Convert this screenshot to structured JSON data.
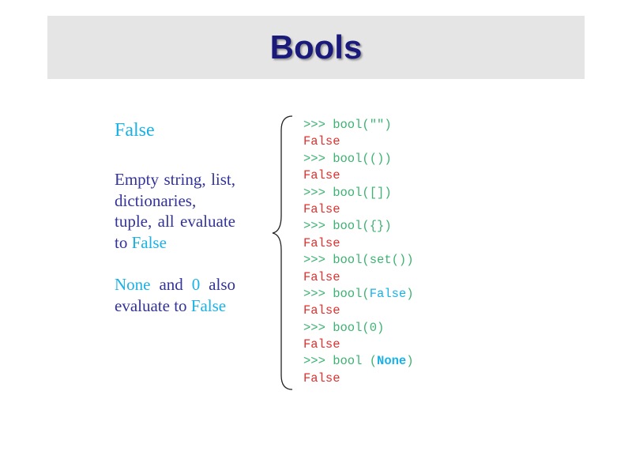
{
  "slide": {
    "title": "Bools"
  },
  "left": {
    "heading": "False",
    "para1": {
      "text": "Empty string, list, dictionaries, tuple, all evaluate to ",
      "value": "False"
    },
    "para2": {
      "none_word": "None",
      "and_text": " and ",
      "zero": "0",
      "also_text": " also evaluate to ",
      "value": "False"
    }
  },
  "code": {
    "lines": [
      {
        "prompt": ">>> bool(\"\")"
      },
      {
        "result": "False"
      },
      {
        "prompt": ">>> bool(())"
      },
      {
        "result": "False"
      },
      {
        "prompt": ">>> bool([])"
      },
      {
        "result": "False"
      },
      {
        "prompt": ">>> bool({})"
      },
      {
        "result": "False"
      },
      {
        "prompt": ">>> bool(set())"
      },
      {
        "result": "False"
      },
      {
        "prompt_pre": ">>> bool(",
        "keyword": "False",
        "prompt_post": ")"
      },
      {
        "result": "False"
      },
      {
        "prompt": ">>> bool(0)"
      },
      {
        "result": "False"
      },
      {
        "prompt_pre": ">>> bool (",
        "keyword": "None",
        "prompt_post": ")"
      },
      {
        "result": "False"
      }
    ]
  },
  "colors": {
    "title": "#1a1a7a",
    "title_bar_bg": "#e5e5e5",
    "body_text": "#333399",
    "highlight": "#1ab2e6",
    "prompt": "#3cb371",
    "result": "#e0302e"
  }
}
